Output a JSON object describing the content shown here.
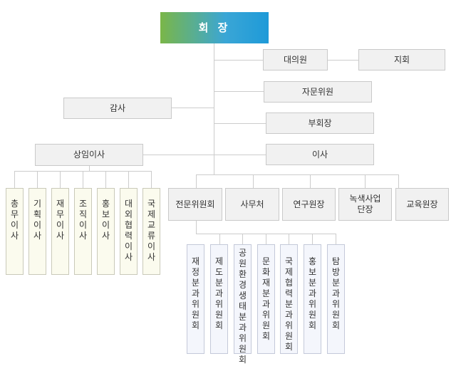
{
  "chairman": "회 장",
  "vice_chair_dept": "대의원",
  "branch": "지회",
  "advisory": "자문위원",
  "vice_president": "부회장",
  "auditor": "감사",
  "director": "이사",
  "standing_director": "상임이사",
  "standing_directors": [
    "총무이사",
    "기획이사",
    "재무이사",
    "조직이사",
    "홍보이사",
    "대외협력이사",
    "국제교류이사"
  ],
  "departments": [
    "전문위원회",
    "사무처",
    "연구원장",
    "녹색사업단장",
    "교육원장"
  ],
  "committees": [
    "재정분과위원회",
    "제도분과위원회",
    "공원환경생태분과위원회",
    "문화재분과위원회",
    "국제협력분과위원회",
    "홍보분과위원회",
    "탐방분과위원회"
  ]
}
